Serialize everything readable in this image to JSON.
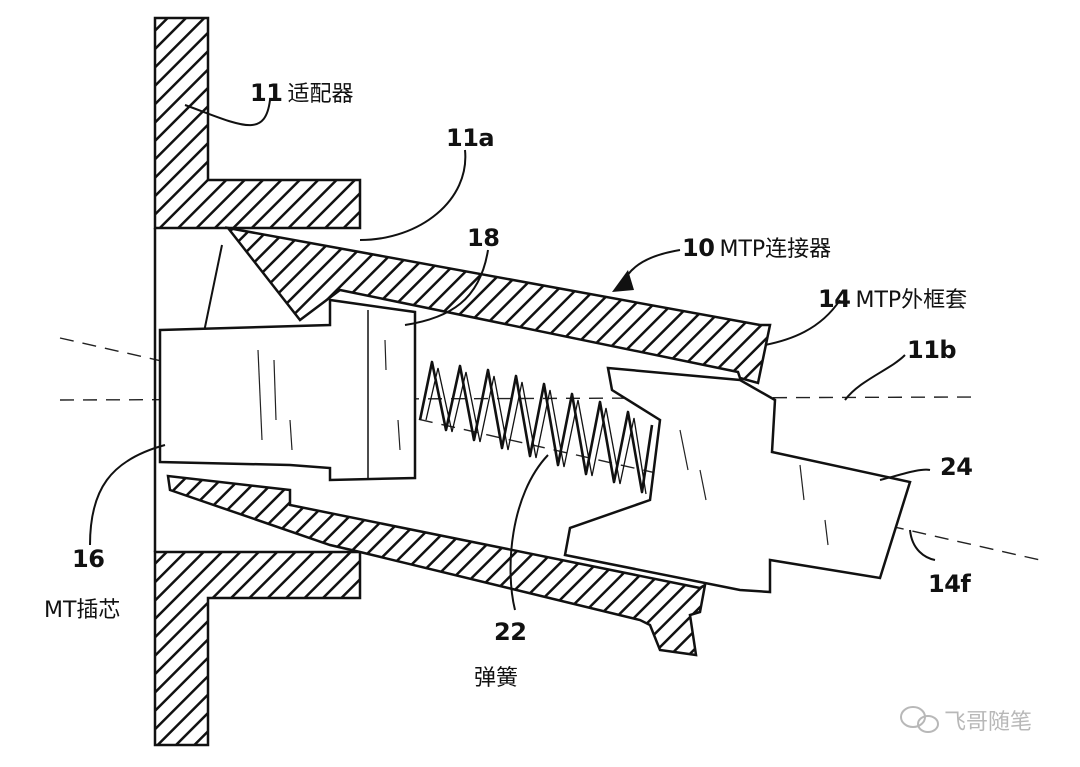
{
  "labels": {
    "l11": {
      "num": "11",
      "text": "适配器"
    },
    "l11a": {
      "num": "11a"
    },
    "l18": {
      "num": "18"
    },
    "l10": {
      "num": "10",
      "text": "MTP连接器"
    },
    "l14": {
      "num": "14",
      "text": "MTP外框套"
    },
    "l11b": {
      "num": "11b"
    },
    "l24": {
      "num": "24"
    },
    "l16": {
      "num": "16",
      "text": "MT插芯"
    },
    "l22": {
      "num": "22",
      "text": "弹簧"
    },
    "l14f": {
      "num": "14f"
    }
  },
  "watermark": {
    "text": "飞哥随笔",
    "icon": "wechat-icon"
  }
}
